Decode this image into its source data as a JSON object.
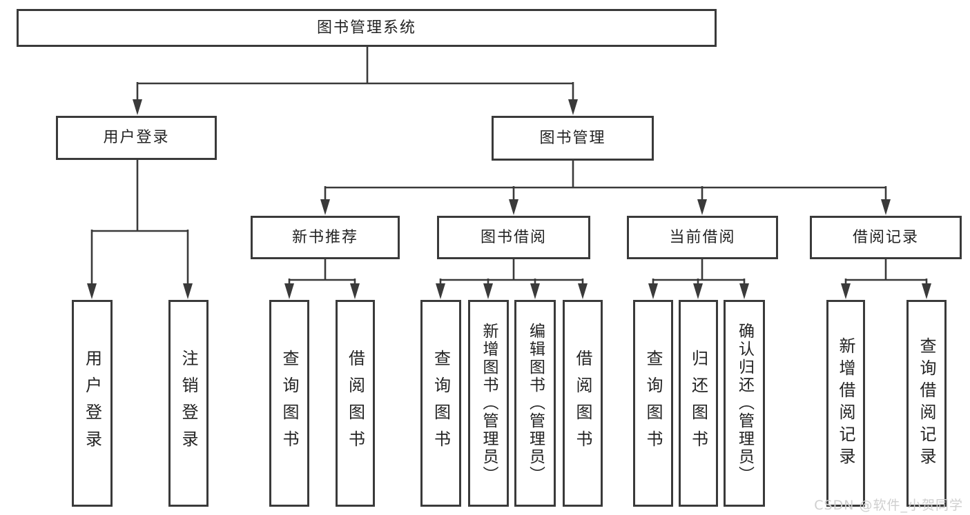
{
  "diagram": {
    "root": {
      "label": "图书管理系统"
    },
    "branches": [
      {
        "label": "用户登录",
        "children": [
          {
            "label": "用户登录"
          },
          {
            "label": "注销登录"
          }
        ]
      },
      {
        "label": "图书管理",
        "children": [
          {
            "label": "新书推荐",
            "children": [
              {
                "label": "查询图书"
              },
              {
                "label": "借阅图书"
              }
            ]
          },
          {
            "label": "图书借阅",
            "children": [
              {
                "label": "查询图书"
              },
              {
                "label": "新增图书（管理员）"
              },
              {
                "label": "编辑图书（管理员）"
              },
              {
                "label": "借阅图书"
              }
            ]
          },
          {
            "label": "当前借阅",
            "children": [
              {
                "label": "查询图书"
              },
              {
                "label": "归还图书"
              },
              {
                "label": "确认归还（管理员）"
              }
            ]
          },
          {
            "label": "借阅记录",
            "children": [
              {
                "label": "新增借阅记录"
              },
              {
                "label": "查询借阅记录"
              }
            ]
          }
        ]
      }
    ]
  },
  "watermark": {
    "text": "CSDN @软件_小贺同学"
  },
  "colors": {
    "line": "#3a3a3a",
    "box_border": "#3a3a3a",
    "box_fill": "#ffffff",
    "text": "#232323",
    "watermark": "#cfcfcf",
    "background": "#ffffff"
  }
}
